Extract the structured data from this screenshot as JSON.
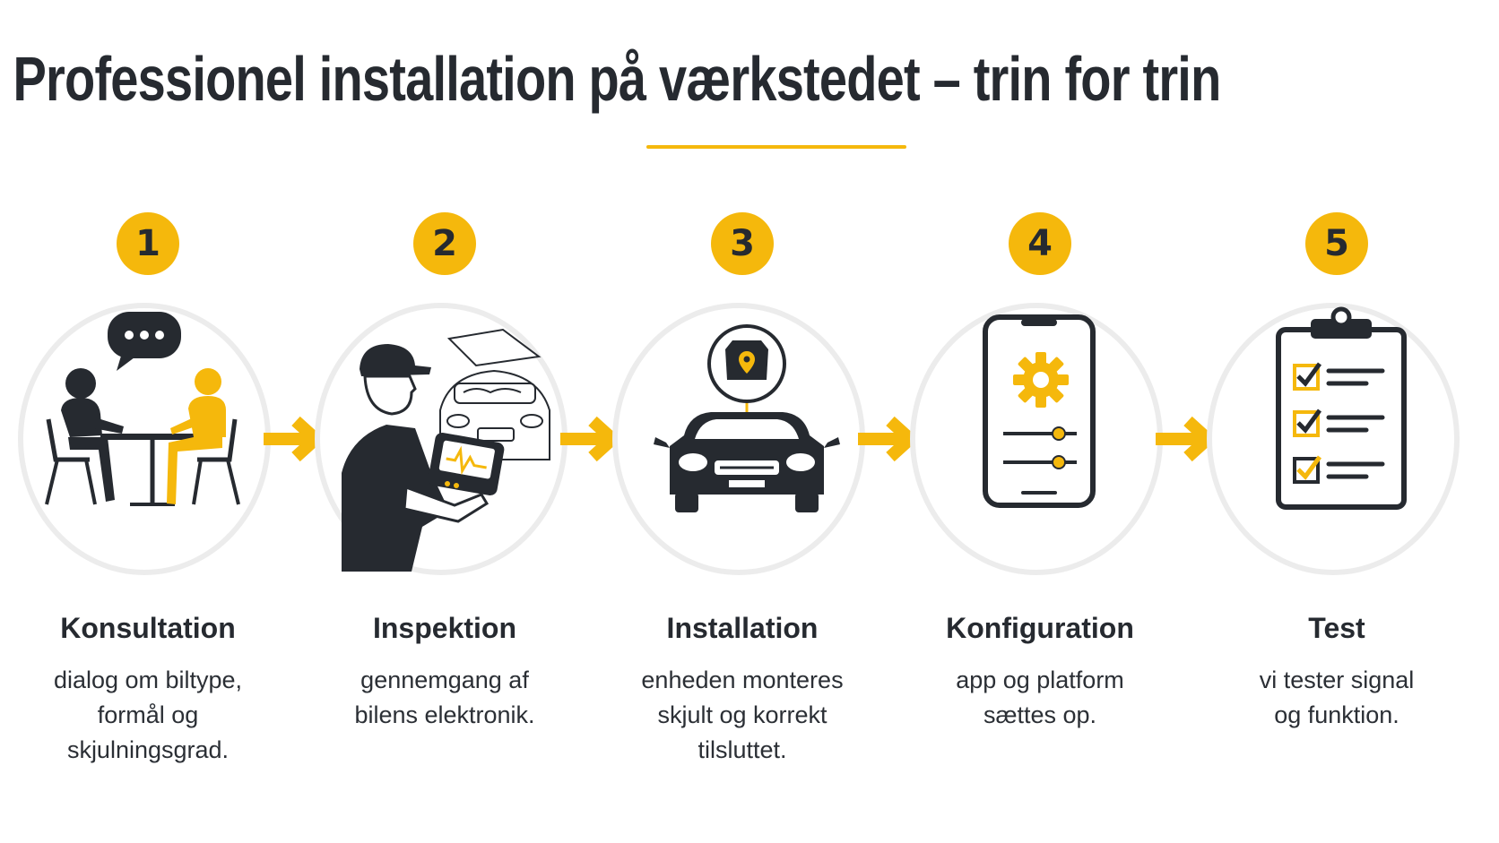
{
  "title": "Professionel installation på værkstedet – trin for trin",
  "colors": {
    "accent": "#f5b80c",
    "dark": "#262a30",
    "ring": "#ececec"
  },
  "steps": [
    {
      "number": "1",
      "title": "Konsultation",
      "description": "dialog om biltype,\nformål og\nskjulningsgrad.",
      "icon": "consultation-icon"
    },
    {
      "number": "2",
      "title": "Inspektion",
      "description": "gennemgang af\nbilens elektronik.",
      "icon": "mechanic-inspection-icon"
    },
    {
      "number": "3",
      "title": "Installation",
      "description": "enheden monteres\nskjult og korrekt\ntilsluttet.",
      "icon": "car-tracker-icon"
    },
    {
      "number": "4",
      "title": "Konfiguration",
      "description": "app og platform\nsættes op.",
      "icon": "phone-settings-icon"
    },
    {
      "number": "5",
      "title": "Test",
      "description": "vi tester signal\nog funktion.",
      "icon": "checklist-icon"
    }
  ]
}
